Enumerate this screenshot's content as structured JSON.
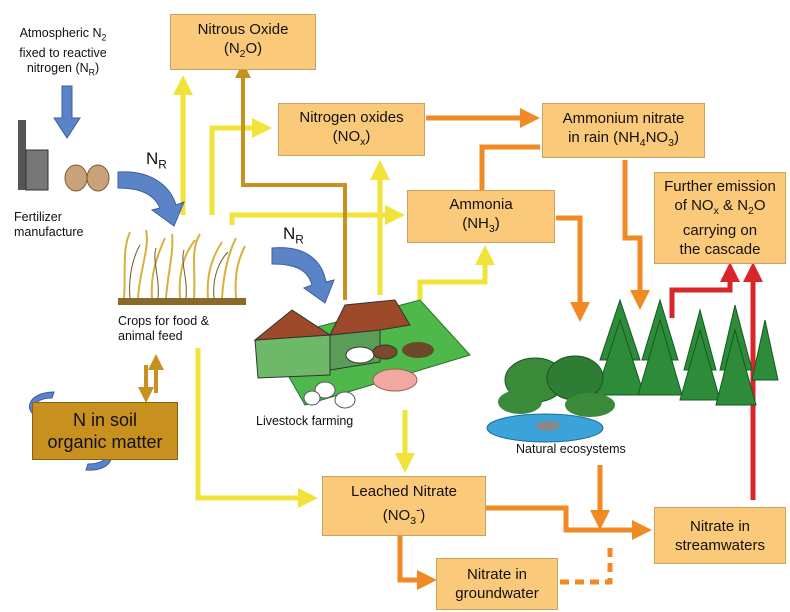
{
  "boxes": {
    "nitrous_oxide": {
      "line1": "Nitrous Oxide",
      "line2_pre": "(N",
      "line2_sub": "2",
      "line2_post": "O)"
    },
    "nitrogen_oxides": {
      "line1": "Nitrogen oxides",
      "line2_pre": "(NO",
      "line2_sub": "x",
      "line2_post": ")"
    },
    "ammonium_nitrate": {
      "line1": "Ammonium nitrate",
      "line2_pre": "in rain (NH",
      "line2_sub1": "4",
      "line2_mid": "NO",
      "line2_sub2": "3",
      "line2_post": ")"
    },
    "ammonia": {
      "line1": "Ammonia",
      "line2_pre": "(NH",
      "line2_sub": "3",
      "line2_post": ")"
    },
    "further_emission": {
      "line1": "Further emission",
      "line2_pre": "of NO",
      "line2_sub": "x",
      "line2_post": " & N",
      "line2_sub2": "2",
      "line2_end": "O",
      "line3": "carrying on",
      "line4": "the cascade"
    },
    "leached_nitrate": {
      "line1": "Leached Nitrate",
      "line2_pre": "(NO",
      "line2_sub": "3",
      "line2_sup": "-",
      "line2_post": ")"
    },
    "nitrate_streamwaters": {
      "line1": "Nitrate in",
      "line2": "streamwaters"
    },
    "nitrate_groundwater": {
      "line1": "Nitrate in",
      "line2": "groundwater"
    },
    "soil": {
      "line1": "N in soil",
      "line2": "organic matter"
    }
  },
  "labels": {
    "atmospheric_line1_pre": "Atmospheric N",
    "atmospheric_line1_sub": "2",
    "atmospheric_line2": "fixed to reactive",
    "atmospheric_line3_pre": "nitrogen (N",
    "atmospheric_line3_sub": "R",
    "atmospheric_line3_post": ")",
    "fertilizer_line1": "Fertilizer",
    "fertilizer_line2": "manufacture",
    "crops_line1": "Crops for food &",
    "crops_line2": "animal feed",
    "livestock": "Livestock farming",
    "natural": "Natural ecosystems",
    "nr_main": "N",
    "nr_sub": "R"
  },
  "colors": {
    "box_fill": "#FBC97A",
    "yellow_arrow": "#F2E33A",
    "brown_arrow": "#C8901E",
    "orange_arrow": "#F08A24",
    "red_arrow": "#D9262B",
    "blue_arrow": "#5B84C8"
  }
}
